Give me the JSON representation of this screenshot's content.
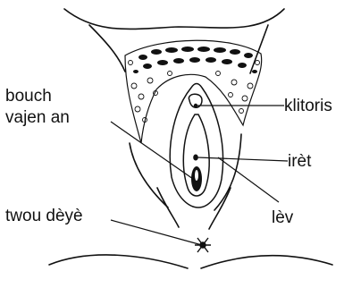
{
  "labels": {
    "mouth_top": "bouch",
    "mouth_bottom": "vajen an",
    "clitoris": "klitoris",
    "urethra": "irèt",
    "lips": "lèv",
    "anus": "twou dèyè"
  },
  "colors": {
    "ink": "#111111",
    "background": "#ffffff"
  }
}
